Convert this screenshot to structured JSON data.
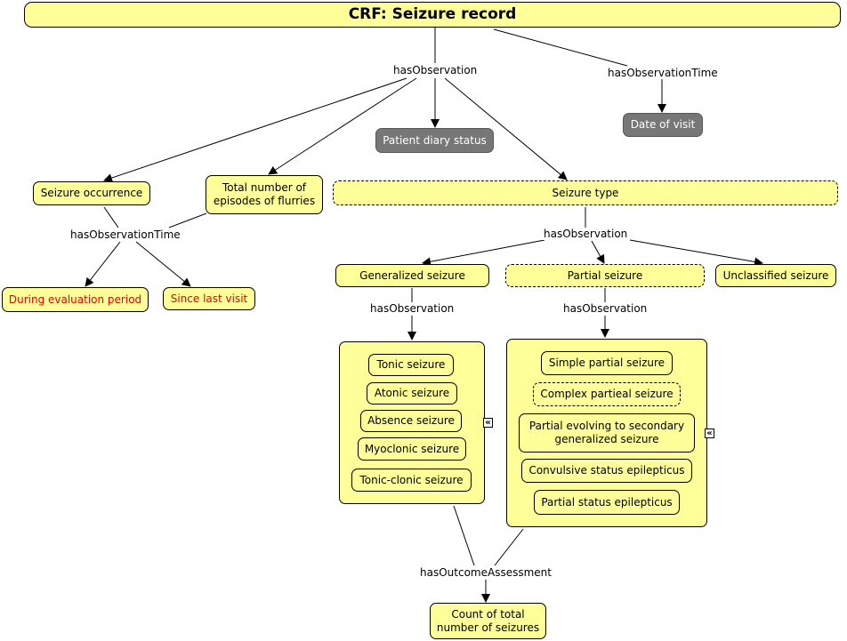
{
  "title": "CRF: Seizure record",
  "links": {
    "hasObservation_top": "hasObservation",
    "hasObservationTime_top": "hasObservationTime",
    "hasObservationTime_left": "hasObservationTime",
    "hasObservation_type": "hasObservation",
    "hasObservation_generalized": "hasObservation",
    "hasObservation_partial": "hasObservation",
    "hasOutcomeAssessment": "hasOutcomeAssessment"
  },
  "nodes": {
    "patient_diary_status": "Patient diary status",
    "date_of_visit": "Date of visit",
    "seizure_occurrence": "Seizure occurrence",
    "total_episodes": "Total number of episodes of flurries",
    "seizure_type": "Seizure type",
    "during_evaluation": "During evaluation period",
    "since_last_visit": "Since last visit",
    "generalized_seizure": "Generalized seizure",
    "partial_seizure": "Partial seizure",
    "unclassified_seizure": "Unclassified seizure",
    "count_total": "Count of total number of seizures"
  },
  "generalized_group": [
    "Tonic seizure",
    "Atonic seizure",
    "Absence seizure",
    "Myoclonic seizure",
    "Tonic-clonic seizure"
  ],
  "partial_group": [
    "Simple partial seizure",
    "Complex partieal seizure",
    "Partial evolving to secondary generalized seizure",
    "Convulsive status epilepticus",
    "Partial status epilepticus"
  ],
  "expand_icon": "«",
  "colors": {
    "node_fill": "#ffff99",
    "gray_fill": "#777777",
    "red_text": "#e60000"
  }
}
